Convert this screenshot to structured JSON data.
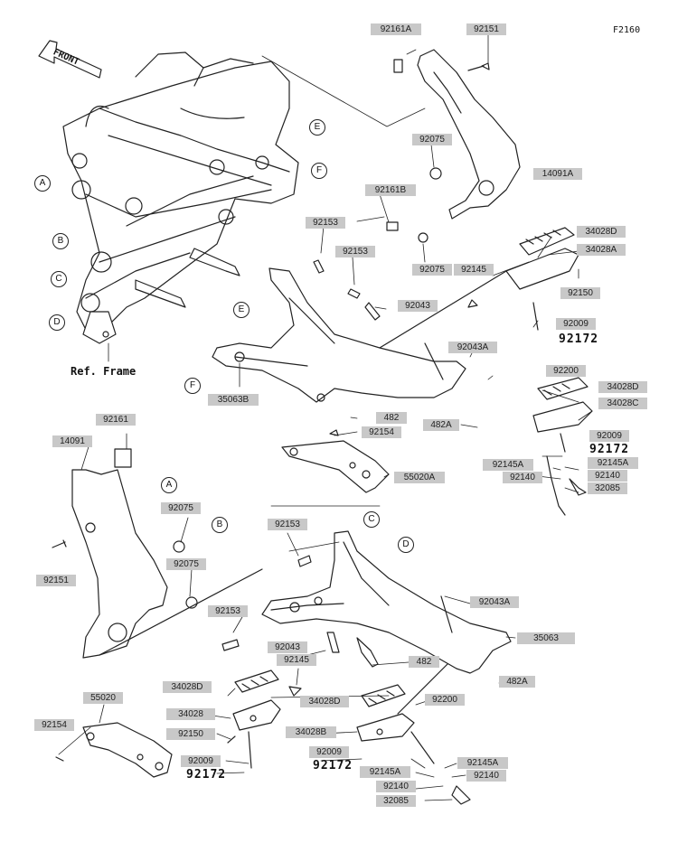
{
  "diagram_code": "F2160",
  "front_label": "FRONT",
  "ref_frame": "Ref. Frame",
  "part_labels": [
    "92161A",
    "92151",
    "92075",
    "14091A",
    "92161B",
    "92153",
    "92153",
    "34028D",
    "34028A",
    "92075",
    "92145",
    "92150",
    "92043",
    "92009",
    "92043A",
    "92200",
    "34028D",
    "34028C",
    "35063B",
    "482",
    "92154",
    "482A",
    "92009",
    "92145A",
    "92145A",
    "55020A",
    "92140",
    "92140",
    "32085",
    "92161",
    "14091",
    "92075",
    "92153",
    "92075",
    "92151",
    "92043A",
    "92153",
    "35063",
    "92043",
    "92145",
    "482",
    "34028D",
    "482A",
    "34028D",
    "92200",
    "55020",
    "34028",
    "92150",
    "34028B",
    "92154",
    "92009",
    "92009",
    "92145A",
    "92145A",
    "92140",
    "92140",
    "32085"
  ],
  "bold_numbers": [
    "92172",
    "92172",
    "92172",
    "92172"
  ],
  "callouts": [
    "A",
    "B",
    "C",
    "D",
    "E",
    "F",
    "E",
    "F",
    "A",
    "B",
    "C",
    "D"
  ]
}
